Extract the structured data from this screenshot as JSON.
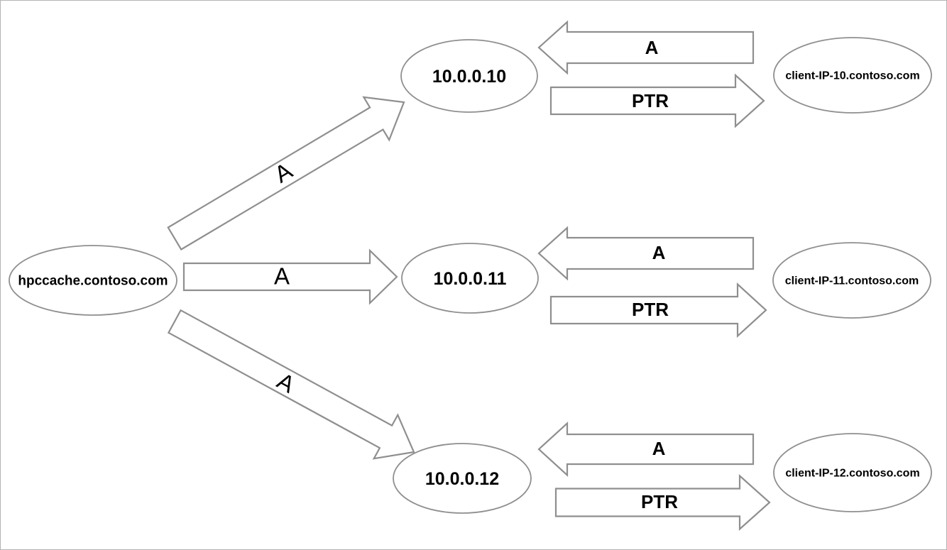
{
  "colors": {
    "background": "#ffffff",
    "canvas_border": "#b3b3b3",
    "shape_stroke": "#8f8f8f",
    "shape_fill": "#ffffff",
    "label_text": "#000000"
  },
  "nodes": {
    "source": {
      "label": "hpccache.contoso.com"
    },
    "ip10": {
      "label": "10.0.0.10"
    },
    "ip11": {
      "label": "10.0.0.11"
    },
    "ip12": {
      "label": "10.0.0.12"
    },
    "client10": {
      "label": "client-IP-10.contoso.com"
    },
    "client11": {
      "label": "client-IP-11.contoso.com"
    },
    "client12": {
      "label": "client-IP-12.contoso.com"
    }
  },
  "arrows": {
    "src_to_ip10": {
      "label": "A",
      "direction": "up-right"
    },
    "src_to_ip11": {
      "label": "A",
      "direction": "right"
    },
    "src_to_ip12": {
      "label": "A",
      "direction": "down-right"
    },
    "client10_to_ip10": {
      "label": "A",
      "direction": "left"
    },
    "ip10_to_client10": {
      "label": "PTR",
      "direction": "right"
    },
    "client11_to_ip11": {
      "label": "A",
      "direction": "left"
    },
    "ip11_to_client11": {
      "label": "PTR",
      "direction": "right"
    },
    "client12_to_ip12": {
      "label": "A",
      "direction": "left"
    },
    "ip12_to_client12": {
      "label": "PTR",
      "direction": "right"
    }
  }
}
